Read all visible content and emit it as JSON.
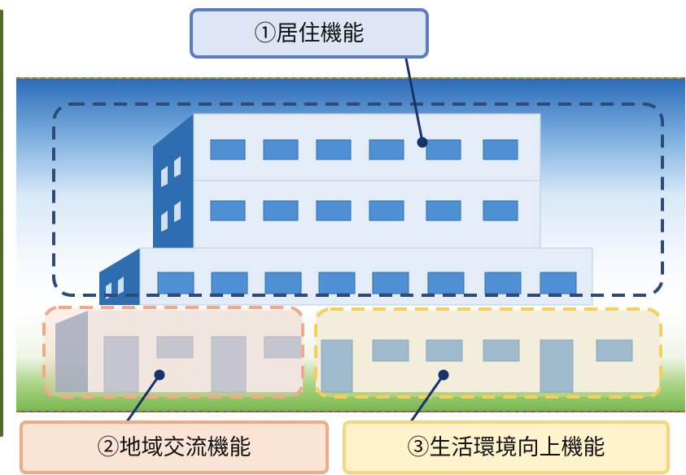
{
  "labels": {
    "residential": "①居住機能",
    "community": "②地域交流機能",
    "environment": "③生活環境向上機能"
  },
  "colors": {
    "residential_border": "#5b7cc4",
    "residential_fill": "#dce6f5",
    "community_border": "#f1a98a",
    "community_fill": "#fbe4d6",
    "environment_border": "#f7d57a",
    "environment_fill": "#fff3cc",
    "zone_residential_dash": "#2e4a78",
    "zone_community_dash": "#f1a98a",
    "zone_environment_dash": "#f5cf5c",
    "frame_dash": "#c9641d",
    "left_rule": "#4e6b2b"
  }
}
